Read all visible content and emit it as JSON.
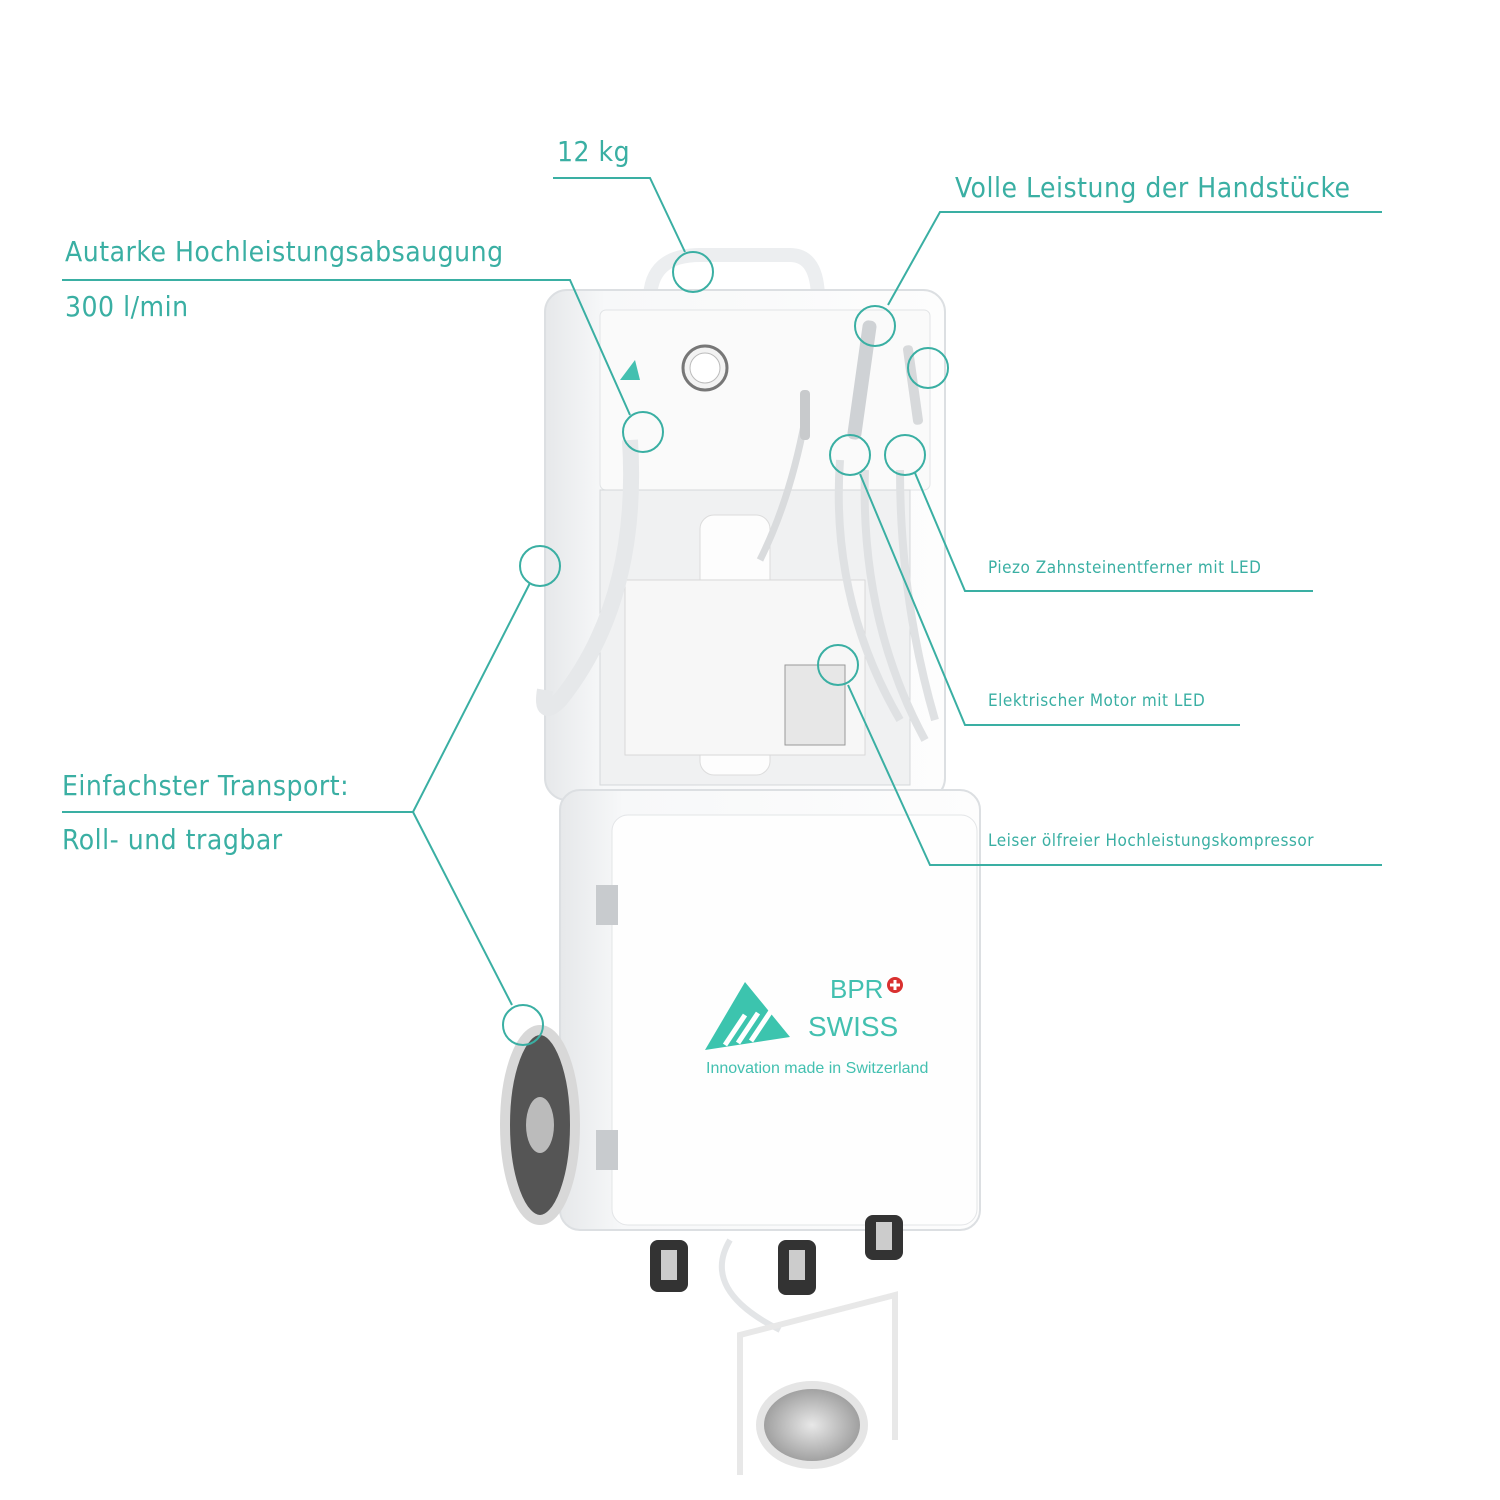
{
  "callouts": {
    "weight": "12 kg",
    "handpieces": "Volle Leistung der Handstücke",
    "suction_title": "Autarke Hochleistungsabsaugung",
    "suction_value": "300 l/min",
    "transport_title": "Einfachster Transport:",
    "transport_sub": "Roll- und tragbar",
    "piezo": "Piezo Zahnsteinentferner mit LED",
    "motor": "Elektrischer Motor mit LED",
    "compressor": "Leiser ölfreier Hochleistungskompressor"
  },
  "logo": {
    "brand_line1": "BPR",
    "brand_line2": "SWISS",
    "tagline": "Innovation made in Switzerland"
  },
  "colors": {
    "accent": "#3aafa3",
    "logo": "#3cc4ae",
    "swiss_red": "#d9302f"
  }
}
